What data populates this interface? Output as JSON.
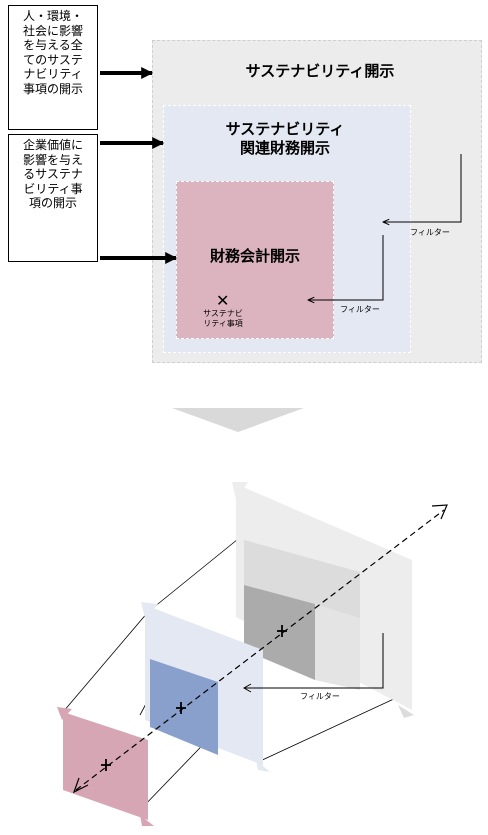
{
  "callout_top": "人・環境・\n社会に影響\nを与える全\nてのサステ\nナビリティ\n事項の開示",
  "callout_mid": "企業価値に\n影響を与え\nるサステナ\nビリティ事\n項の開示",
  "outer_title": "サステナビリティ開示",
  "mid_title": "サステナビリティ\n関連財務開示",
  "inner_title": "財務会計開示",
  "x_mark": "✕",
  "x_label": "サステナビ\nリティ事項",
  "filter_label_1": "フィルター",
  "filter_label_2": "フィルター",
  "filter_label_3": "フィルター",
  "colors": {
    "outer_fill": "#ececec",
    "mid_fill": "#e3e8f3",
    "inner_fill": "#dcb4bf",
    "blue_dark": "#8aa0cc",
    "gray_dark": "#ababab",
    "pink": "#d7a6b4"
  }
}
